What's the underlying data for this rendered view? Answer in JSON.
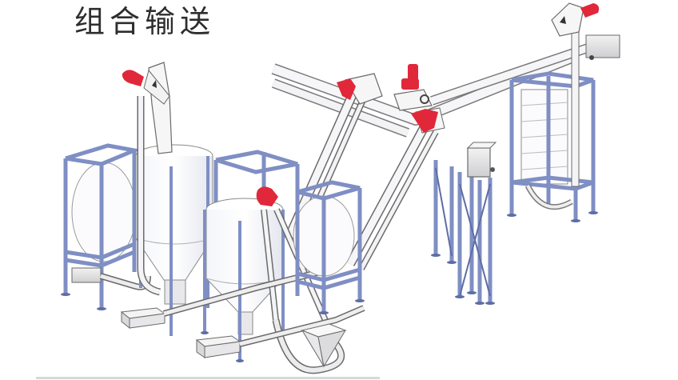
{
  "title": "组合输送",
  "colors": {
    "frame": "#7f8fc4",
    "frame_dark": "#5e6da6",
    "motor": "#e0283a",
    "tube": "#f2f2f4",
    "outline": "#6a6a6a",
    "bag": "#fbfbfd",
    "box": "#e4e4e6"
  },
  "diagram": {
    "description": "Combined conveying system illustration",
    "components": [
      {
        "id": "bulk-bag-station-left",
        "type": "bulk bag unloader frame"
      },
      {
        "id": "silo-left",
        "type": "cylindrical silo with conical hopper"
      },
      {
        "id": "elevator-left",
        "type": "inclined tube conveyor with red drive motor"
      },
      {
        "id": "bulk-bag-station-middle",
        "type": "bulk bag unloader frame"
      },
      {
        "id": "silo-middle",
        "type": "cylindrical silo with conical hopper"
      },
      {
        "id": "elevator-middle",
        "type": "inclined tube conveyor with red drive motor"
      },
      {
        "id": "bulk-bag-station-right-small",
        "type": "bulk bag unloader frame"
      },
      {
        "id": "feed-hopper",
        "type": "open square hopper"
      },
      {
        "id": "inclined-conveyor-center",
        "type": "twin inclined tube conveyors with drive motors"
      },
      {
        "id": "support-tower",
        "type": "cross-braced steel support tower"
      },
      {
        "id": "bulk-bag-filler-right",
        "type": "tall bulk bag filling frame"
      },
      {
        "id": "elevator-right",
        "type": "vertical tube conveyor with red drive motor"
      }
    ]
  }
}
